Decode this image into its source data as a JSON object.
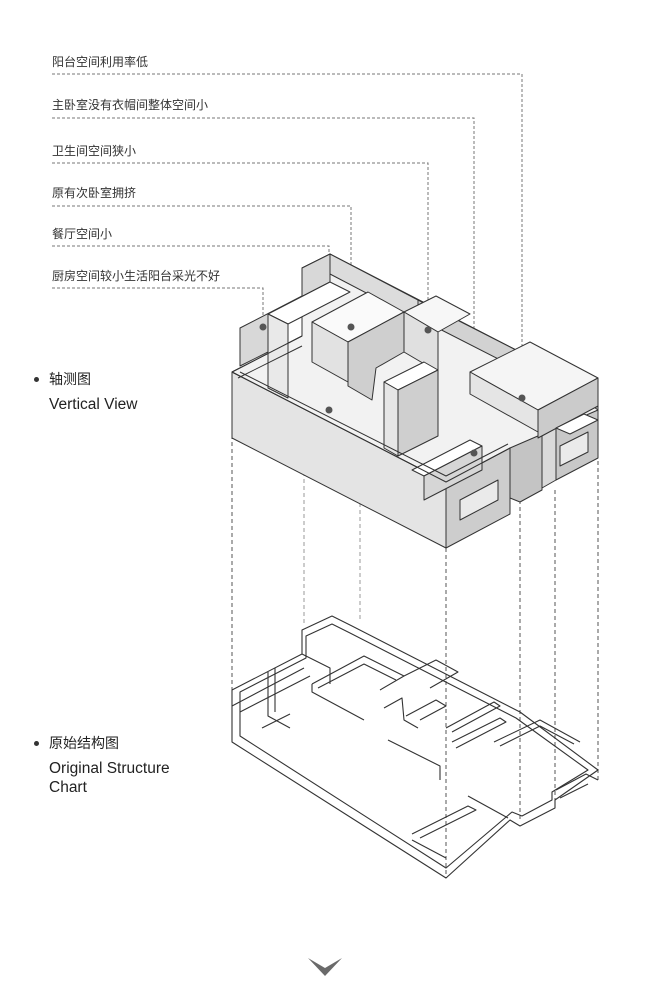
{
  "annotations": [
    "阳台空间利用率低",
    "主卧室没有衣帽间整体空间小",
    "卫生间空间狭小",
    "原有次卧室拥挤",
    "餐厅空间小",
    "厨房空间较小生活阳台采光不好"
  ],
  "sections": {
    "axonometric": {
      "zh": "轴测图",
      "en": "Vertical View"
    },
    "original": {
      "zh": "原始结构图",
      "en_line1": "Original Structure",
      "en_line2": "Chart"
    }
  },
  "colors": {
    "line": "#333333",
    "dash": "#777777",
    "wall_top": "#ffffff",
    "wall_left": "#e6e6e6",
    "wall_right": "#c9c9c9",
    "floor": "#f3f3f3",
    "marker": "#555555"
  },
  "icons": {
    "scroll_indicator": "chevron-down-icon"
  }
}
